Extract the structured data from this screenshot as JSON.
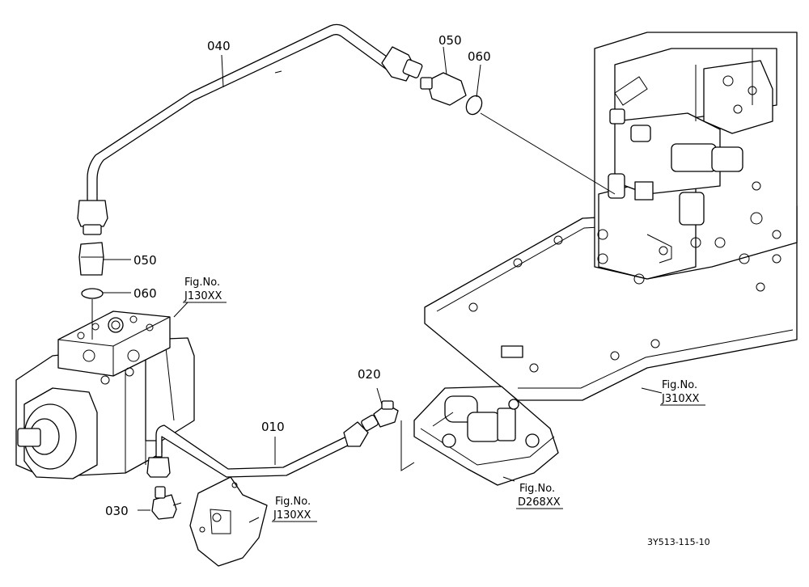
{
  "parts": {
    "p040": "040",
    "p050_top": "050",
    "p060_top": "060",
    "p050_left": "050",
    "p060_left": "060",
    "p020": "020",
    "p010": "010",
    "p030": "030"
  },
  "refs": {
    "pump": {
      "line1": "Fig.No.",
      "line2": "J130XX"
    },
    "cover": {
      "line1": "Fig.No.",
      "line2": "J130XX"
    },
    "valve": {
      "line1": "Fig.No.",
      "line2": "D268XX"
    },
    "housing": {
      "line1": "Fig.No.",
      "line2": "J310XX"
    }
  },
  "drawing_code": "3Y513-115-10"
}
